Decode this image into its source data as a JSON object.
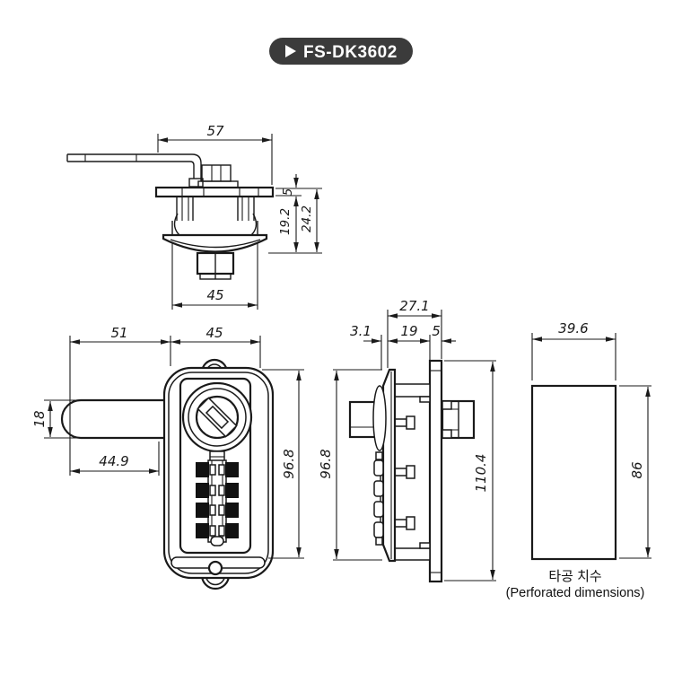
{
  "badge": {
    "icon": "play-triangle",
    "label": "FS-DK3602"
  },
  "top_view": {
    "dim_width_top": "57",
    "dim_plate_thickness": "5",
    "dim_body_depth": "19.2",
    "dim_total_depth": "24.2",
    "dim_width_bottom": "45"
  },
  "front_view": {
    "dim_cam_length": "51",
    "dim_body_width": "45",
    "dim_cam_height": "18",
    "dim_cam_reach": "44.9",
    "dim_body_height": "96.8"
  },
  "side_view": {
    "dim_total_depth": "27.1",
    "dim_front_offset": "3.1",
    "dim_panel_range": "19",
    "dim_plate_thickness": "5",
    "dim_body_height": "96.8",
    "dim_plate_height": "110.4"
  },
  "cutout_view": {
    "dim_width": "39.6",
    "dim_height": "86",
    "caption_ko": "타공 치수",
    "caption_en": "(Perforated dimensions)"
  },
  "colors": {
    "line": "#1a1a1a",
    "badge_bg": "#3b3b3b",
    "badge_fg": "#ffffff",
    "background": "#ffffff"
  }
}
